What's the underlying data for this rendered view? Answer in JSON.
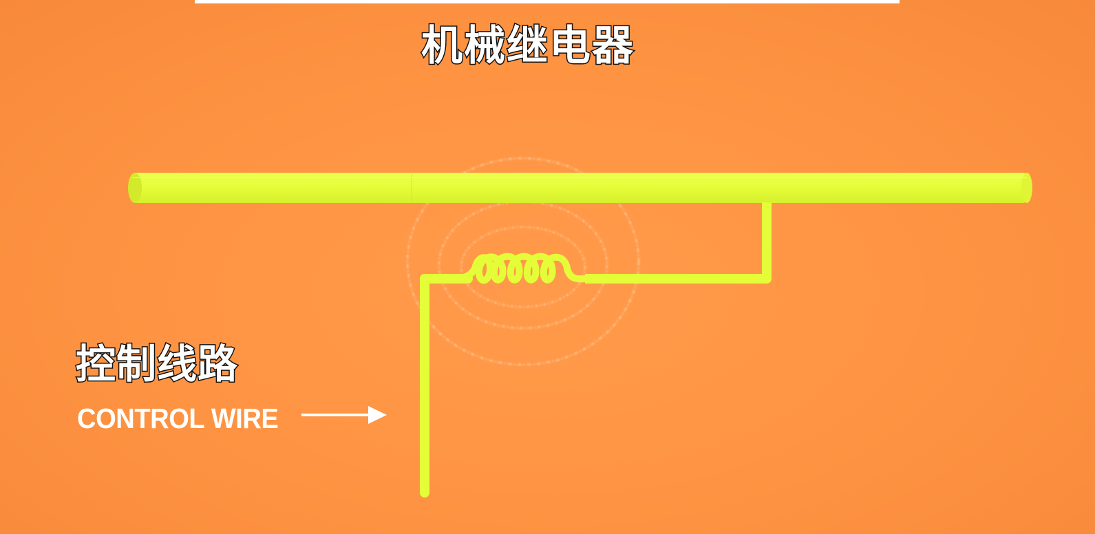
{
  "title": "机械继电器",
  "control_label_cn": "控制线路",
  "control_label_en": "CONTROL WIRE",
  "colors": {
    "background": "#ff9544",
    "wire": "#e6ff3a",
    "field_lines": "#ffd8b0",
    "text": "#ffffff",
    "text_outline": "#111111"
  },
  "icons": {
    "arrow": "right-arrow-icon",
    "coil": "coil-icon"
  }
}
